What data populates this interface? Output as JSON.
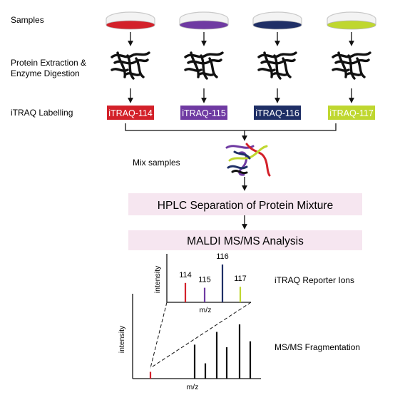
{
  "rows": {
    "samples": "Samples",
    "extraction_line1": "Protein Extraction &",
    "extraction_line2": "Enzyme Digestion",
    "labelling": "iTRAQ Labelling"
  },
  "tags": [
    {
      "label": "iTRAQ-114",
      "color": "#d3212a"
    },
    {
      "label": "iTRAQ-115",
      "color": "#6f3aa2"
    },
    {
      "label": "iTRAQ-116",
      "color": "#1f2f66"
    },
    {
      "label": "iTRAQ-117",
      "color": "#bfd730"
    }
  ],
  "mix_label": "Mix samples",
  "steps": {
    "hplc": "HPLC Separation of Protein Mixture",
    "maldi": "MALDI MS/MS Analysis"
  },
  "step_fill": "#f6e6f0",
  "reporter": {
    "title": "iTRAQ Reporter Ions",
    "ylabel": "intensity",
    "xlabel": "m/z",
    "peaks": [
      {
        "label": "114",
        "color": "#d3212a",
        "height": 0.4
      },
      {
        "label": "115",
        "color": "#6f3aa2",
        "height": 0.3
      },
      {
        "label": "116",
        "color": "#1f2f66",
        "height": 0.78
      },
      {
        "label": "117",
        "color": "#bfd730",
        "height": 0.32
      }
    ]
  },
  "fragmentation": {
    "title": "MS/MS Fragmentation",
    "ylabel": "intensity",
    "xlabel": "m/z",
    "peaks": [
      {
        "height": 0.08,
        "color": "#d3212a"
      },
      {
        "height": 0.4,
        "color": "#111111"
      },
      {
        "height": 0.18,
        "color": "#111111"
      },
      {
        "height": 0.55,
        "color": "#111111"
      },
      {
        "height": 0.37,
        "color": "#111111"
      },
      {
        "height": 0.64,
        "color": "#111111"
      },
      {
        "height": 0.44,
        "color": "#111111"
      }
    ]
  }
}
